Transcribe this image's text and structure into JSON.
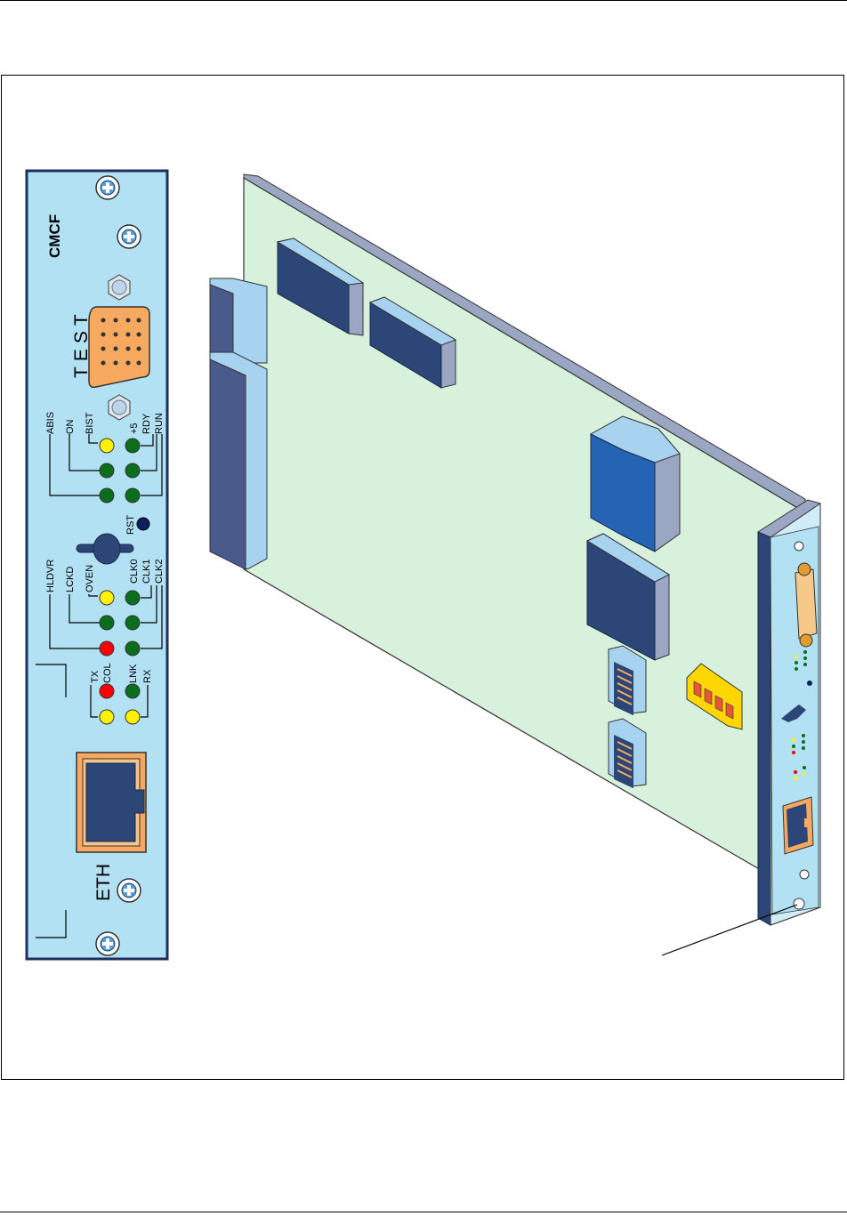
{
  "front_panel": {
    "module_name": "CMCF",
    "connector_label": "TEST",
    "port_label": "ETH",
    "reset_label": "RST",
    "led_labels": {
      "abis": "ABIS",
      "on": "ON",
      "bist": "BIST",
      "plus5": "+5",
      "rdy": "RDY",
      "run": "RUN",
      "hldvr": "HLDVR",
      "lckd": "LCKD",
      "oven": "OVEN",
      "clk0": "CLK0",
      "clk1": "CLK1",
      "clk2": "CLK2",
      "tx": "TX",
      "col": "COL",
      "lnk": "LNK",
      "rx": "RX"
    }
  },
  "colors": {
    "panel": "#b3e1f4",
    "board": "#d8f1dc",
    "chip_dark": "#2b4677",
    "chip_blue": "#2563b4",
    "connector": "#f6a95f",
    "led_green": "#0a6e1c",
    "led_yellow": "#fff200",
    "led_red": "#ff0000",
    "switch": "#ffd600"
  }
}
